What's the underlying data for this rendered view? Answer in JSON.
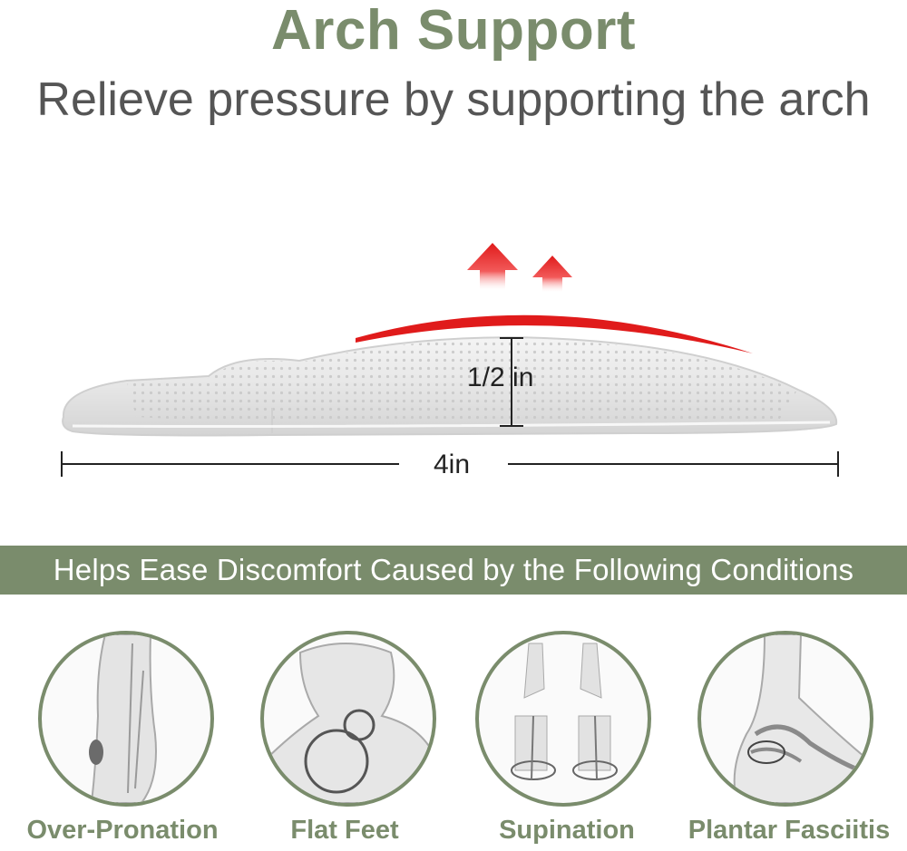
{
  "header": {
    "title": "Arch Support",
    "subtitle": "Relieve pressure by supporting the arch"
  },
  "diagram": {
    "height_label": "1/2 in",
    "length_label": "4in"
  },
  "banner": {
    "text": "Helps Ease Discomfort Caused by the Following Conditions"
  },
  "conditions": [
    {
      "label": "Over-Pronation",
      "icon": "ankle-overpronation-icon"
    },
    {
      "label": "Flat Feet",
      "icon": "flat-foot-icon"
    },
    {
      "label": "Supination",
      "icon": "supination-feet-icon"
    },
    {
      "label": "Plantar Fasciitis",
      "icon": "foot-skeleton-icon"
    }
  ],
  "colors": {
    "accent": "#7a8c6c",
    "subtitle": "#555555",
    "arrow": "#e01b1b"
  }
}
